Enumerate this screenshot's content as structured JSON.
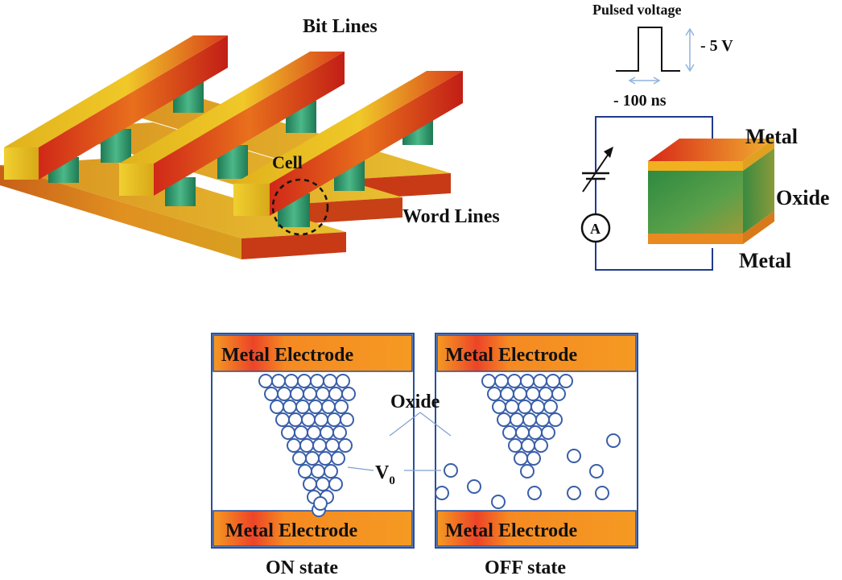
{
  "crossbar": {
    "bit_lines_label": "Bit Lines",
    "word_lines_label": "Word Lines",
    "cell_label": "Cell"
  },
  "circuit": {
    "pulse_title": "Pulsed voltage",
    "voltage_label": "- 5 V",
    "duration_label": "- 100 ns",
    "ammeter_label": "A",
    "top_layer_label": "Metal",
    "middle_layer_label": "Oxide",
    "bottom_layer_label": "Metal"
  },
  "states": {
    "top_electrode_label": "Metal Electrode",
    "bottom_electrode_label": "Metal Electrode",
    "oxide_label": "Oxide",
    "vacancy_label_main": "V",
    "vacancy_label_sub": "0",
    "on_state_label": "ON state",
    "off_state_label": "OFF state"
  },
  "colors": {
    "line_stroke": "#1f3a8c",
    "vacancy_stroke": "#3a5fa8",
    "electrode_orange": "#f39a1e",
    "electrode_red": "#e8262a",
    "bar_yellow": "#e8c020",
    "bar_red": "#c8201a",
    "pillar_green": "#2e9a6a",
    "oxide_green": "#3c8c4a"
  }
}
